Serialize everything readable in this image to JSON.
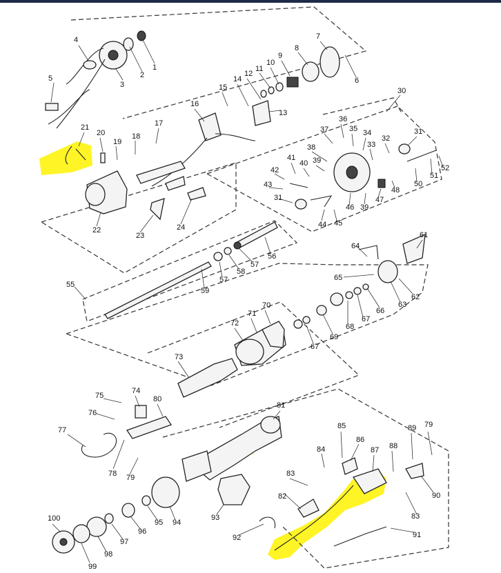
{
  "diagram": {
    "callouts": [
      {
        "id": "c1",
        "text": "1"
      },
      {
        "id": "c2",
        "text": "2"
      },
      {
        "id": "c3",
        "text": "3"
      },
      {
        "id": "c4",
        "text": "4"
      },
      {
        "id": "c5",
        "text": "5"
      },
      {
        "id": "c6",
        "text": "6"
      },
      {
        "id": "c7",
        "text": "7"
      },
      {
        "id": "c8",
        "text": "8"
      },
      {
        "id": "c9",
        "text": "9"
      },
      {
        "id": "c10",
        "text": "10"
      },
      {
        "id": "c11",
        "text": "11"
      },
      {
        "id": "c12",
        "text": "12"
      },
      {
        "id": "c13",
        "text": "13"
      },
      {
        "id": "c14",
        "text": "14"
      },
      {
        "id": "c15",
        "text": "15"
      },
      {
        "id": "c16",
        "text": "16"
      },
      {
        "id": "c17",
        "text": "17"
      },
      {
        "id": "c18",
        "text": "18"
      },
      {
        "id": "c19",
        "text": "19"
      },
      {
        "id": "c20",
        "text": "20"
      },
      {
        "id": "c21",
        "text": "21"
      },
      {
        "id": "c22",
        "text": "22"
      },
      {
        "id": "c23",
        "text": "23"
      },
      {
        "id": "c24",
        "text": "24"
      },
      {
        "id": "c30",
        "text": "30"
      },
      {
        "id": "c31a",
        "text": "31"
      },
      {
        "id": "c31b",
        "text": "31"
      },
      {
        "id": "c32",
        "text": "32"
      },
      {
        "id": "c33",
        "text": "33"
      },
      {
        "id": "c34",
        "text": "34"
      },
      {
        "id": "c35",
        "text": "35"
      },
      {
        "id": "c36",
        "text": "36"
      },
      {
        "id": "c37",
        "text": "37"
      },
      {
        "id": "c38",
        "text": "38"
      },
      {
        "id": "c39a",
        "text": "39"
      },
      {
        "id": "c39b",
        "text": "39"
      },
      {
        "id": "c40",
        "text": "40"
      },
      {
        "id": "c41",
        "text": "41"
      },
      {
        "id": "c42",
        "text": "42"
      },
      {
        "id": "c43",
        "text": "43"
      },
      {
        "id": "c44",
        "text": "44"
      },
      {
        "id": "c45",
        "text": "45"
      },
      {
        "id": "c46",
        "text": "46"
      },
      {
        "id": "c47",
        "text": "47"
      },
      {
        "id": "c48",
        "text": "48"
      },
      {
        "id": "c50",
        "text": "50"
      },
      {
        "id": "c51",
        "text": "51"
      },
      {
        "id": "c52",
        "text": "52"
      },
      {
        "id": "c55",
        "text": "55"
      },
      {
        "id": "c56",
        "text": "56"
      },
      {
        "id": "c57a",
        "text": "57"
      },
      {
        "id": "c57b",
        "text": "57"
      },
      {
        "id": "c58",
        "text": "58"
      },
      {
        "id": "c59",
        "text": "59"
      },
      {
        "id": "c61",
        "text": "61"
      },
      {
        "id": "c62",
        "text": "62"
      },
      {
        "id": "c63",
        "text": "63"
      },
      {
        "id": "c64",
        "text": "64"
      },
      {
        "id": "c65",
        "text": "65"
      },
      {
        "id": "c66",
        "text": "66"
      },
      {
        "id": "c67a",
        "text": "67"
      },
      {
        "id": "c67b",
        "text": "67"
      },
      {
        "id": "c68",
        "text": "68"
      },
      {
        "id": "c69",
        "text": "69"
      },
      {
        "id": "c70",
        "text": "70"
      },
      {
        "id": "c71",
        "text": "71"
      },
      {
        "id": "c72",
        "text": "72"
      },
      {
        "id": "c73",
        "text": "73"
      },
      {
        "id": "c74",
        "text": "74"
      },
      {
        "id": "c75",
        "text": "75"
      },
      {
        "id": "c76",
        "text": "76"
      },
      {
        "id": "c77",
        "text": "77"
      },
      {
        "id": "c78",
        "text": "78"
      },
      {
        "id": "c79a",
        "text": "79"
      },
      {
        "id": "c79b",
        "text": "79"
      },
      {
        "id": "c80",
        "text": "80"
      },
      {
        "id": "c81",
        "text": "81"
      },
      {
        "id": "c82",
        "text": "82"
      },
      {
        "id": "c83a",
        "text": "83"
      },
      {
        "id": "c83b",
        "text": "83"
      },
      {
        "id": "c84",
        "text": "84"
      },
      {
        "id": "c85",
        "text": "85"
      },
      {
        "id": "c86",
        "text": "86"
      },
      {
        "id": "c87",
        "text": "87"
      },
      {
        "id": "c88",
        "text": "88"
      },
      {
        "id": "c89",
        "text": "89"
      },
      {
        "id": "c90",
        "text": "90"
      },
      {
        "id": "c91",
        "text": "91"
      },
      {
        "id": "c92",
        "text": "92"
      },
      {
        "id": "c93",
        "text": "93"
      },
      {
        "id": "c94",
        "text": "94"
      },
      {
        "id": "c95",
        "text": "95"
      },
      {
        "id": "c96",
        "text": "96"
      },
      {
        "id": "c97",
        "text": "97"
      },
      {
        "id": "c98",
        "text": "98"
      },
      {
        "id": "c99",
        "text": "99"
      },
      {
        "id": "c100",
        "text": "100"
      }
    ],
    "colors": {
      "highlight": "#fff200",
      "line": "#222222",
      "frame": "#1f2a4a"
    }
  }
}
